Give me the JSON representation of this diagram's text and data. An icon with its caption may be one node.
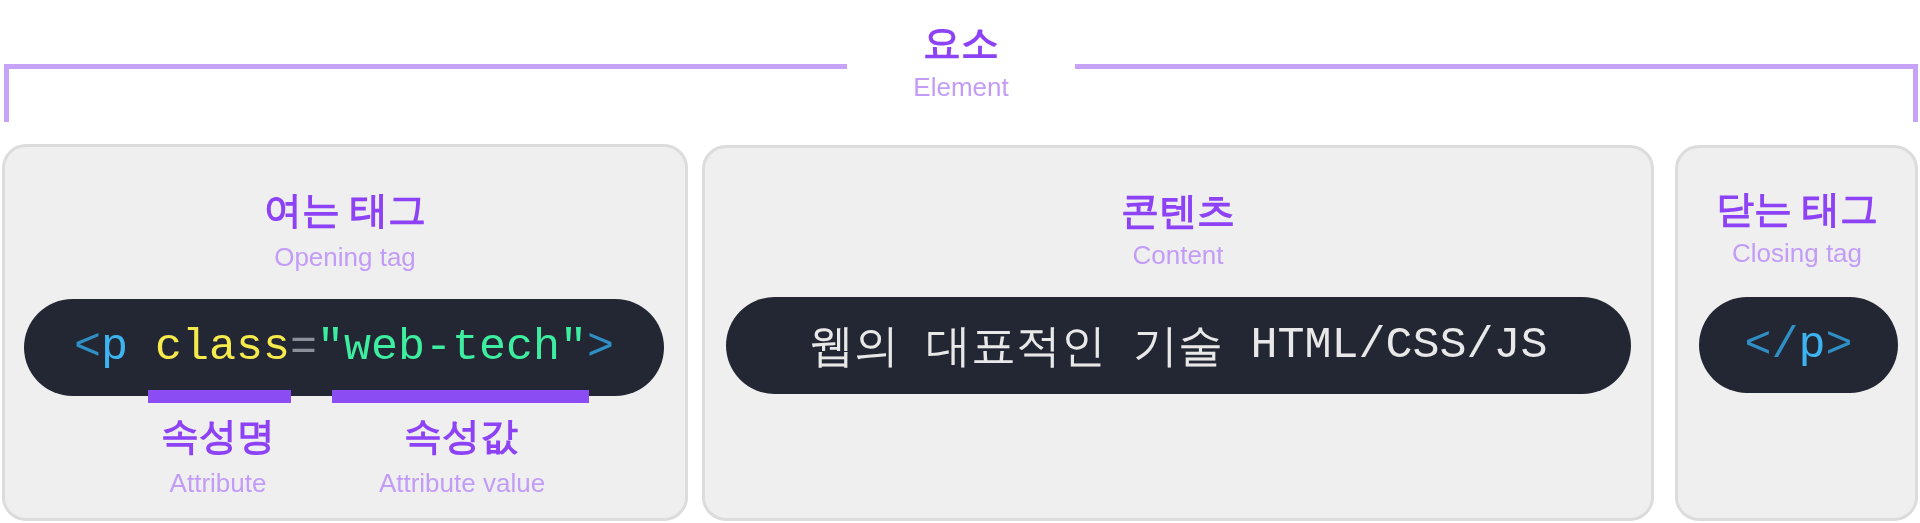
{
  "diagram": {
    "nodes": [
      {
        "text": [
          "여는 태그",
          "Opening tag"
        ]
      },
      {
        "text": [
          "<p class=\"web-tech\">"
        ],
        "in": 0,
        "beside": [
          "속성명",
          "Attribute",
          "속성값",
          "Attribute value"
        ]
      },
      {
        "text": [
          "콘텐츠",
          "Content"
        ]
      },
      {
        "text": [
          "웹의 대표적인 기술 HTML/CSS/JS"
        ],
        "in": 2
      },
      {
        "text": [
          "닫는 태그",
          "Closing tag"
        ]
      },
      {
        "text": [
          "</p>"
        ],
        "in": 4
      }
    ],
    "labels": [
      "요소",
      "Element"
    ]
  }
}
